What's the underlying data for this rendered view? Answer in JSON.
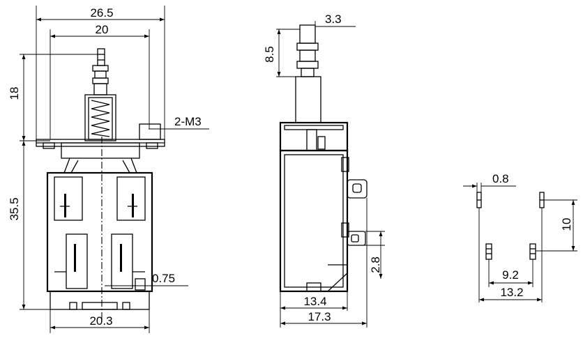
{
  "dimensions": {
    "front": {
      "overall_width": "26.5",
      "inner_width": "20",
      "plunger_height": "18",
      "mount_hole": "2-M3",
      "body_height": "35.5",
      "terminal_thickness": "0.75",
      "base_width": "20.3"
    },
    "side": {
      "plunger_width": "3.3",
      "plunger_travel": "8.5",
      "lug_height": "2.8",
      "base_depth": "13.4",
      "overall_depth": "17.3"
    },
    "pcb": {
      "pin_width": "0.8",
      "row_height": "10",
      "inner_spacing": "9.2",
      "outer_spacing": "13.2"
    }
  }
}
